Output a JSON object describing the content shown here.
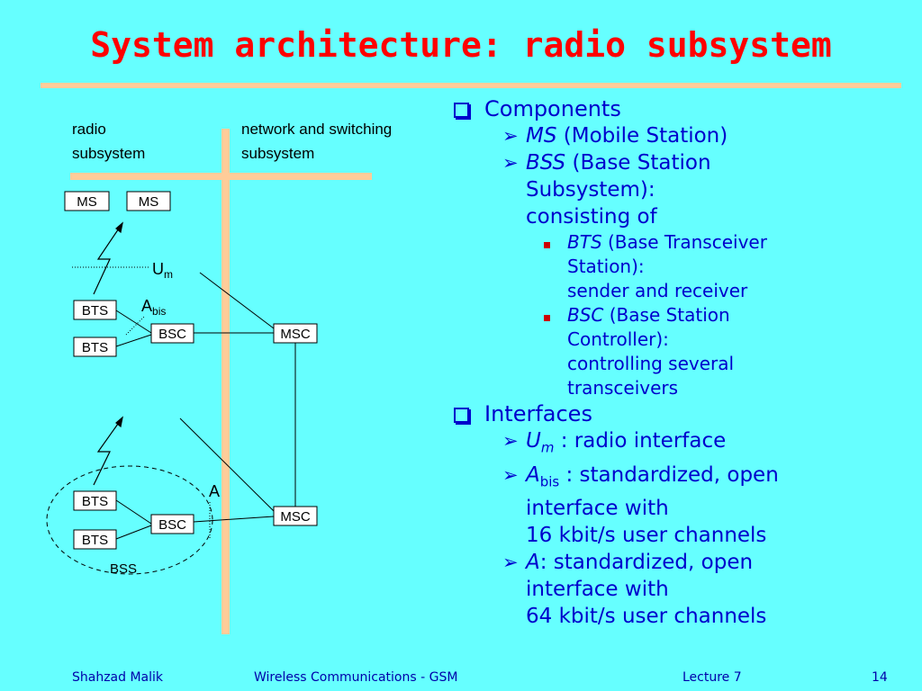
{
  "slide": {
    "title": "System architecture: radio subsystem",
    "colors": {
      "background": "#66ffff",
      "title": "#ff0000",
      "rule": "#ffcc99",
      "text": "#0000cc"
    }
  },
  "diagram": {
    "radio_label_line1": "radio",
    "radio_label_line2": "subsystem",
    "nss_label_line1": "network and switching",
    "nss_label_line2": "subsystem",
    "ms": "MS",
    "bts": "BTS",
    "bsc": "BSC",
    "msc": "MSC",
    "um_main": "U",
    "um_sub": "m",
    "abis_main": "A",
    "abis_sub": "bis",
    "a": "A",
    "bss": "BSS"
  },
  "bullets": {
    "components": "Components",
    "ms_term": "MS",
    "ms_desc": " (Mobile Station)",
    "bss_term": "BSS",
    "bss_desc_l1": " (Base Station",
    "bss_desc_l2": "Subsystem):",
    "bss_desc_l3": "consisting of",
    "bts_term": "BTS",
    "bts_desc_l1": " (Base Transceiver",
    "bts_desc_l2": "Station):",
    "bts_desc_l3": "sender and receiver",
    "bsc_term": "BSC",
    "bsc_desc_l1": " (Base Station",
    "bsc_desc_l2": "Controller):",
    "bsc_desc_l3": "controlling several",
    "bsc_desc_l4": "transceivers",
    "interfaces": "Interfaces",
    "um_main": "U",
    "um_sub": "m",
    "um_desc": " : radio interface",
    "abis_main": "A",
    "abis_sub": "bis",
    "abis_desc_l1": " : standardized, open",
    "abis_desc_l2": "interface with",
    "abis_desc_l3": "16 kbit/s user channels",
    "a_term": "A",
    "a_desc_l1": ": standardized, open",
    "a_desc_l2": "interface with",
    "a_desc_l3": "64 kbit/s user channels"
  },
  "footer": {
    "author": "Shahzad Malik",
    "course": "Wireless Communications - GSM",
    "lecture": "Lecture 7",
    "page": "14"
  }
}
